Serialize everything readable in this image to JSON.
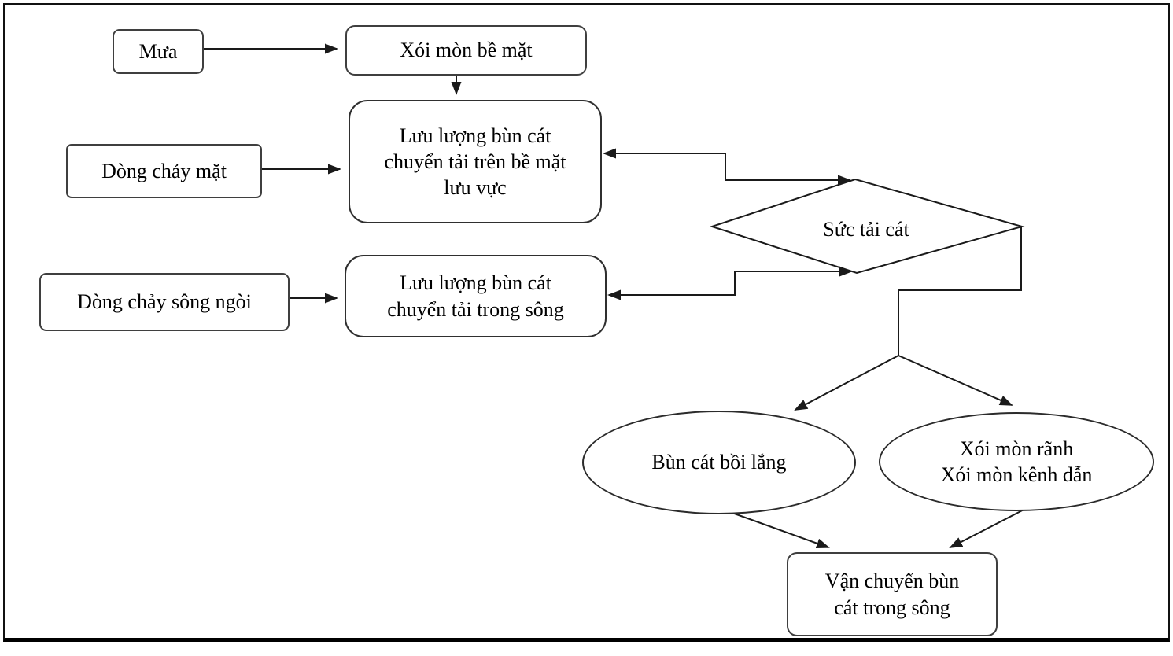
{
  "diagram": {
    "nodes": {
      "mua": {
        "label": "Mưa",
        "shape": "rounded-rect"
      },
      "xoi_mon_be_mat": {
        "label": "Xói mòn bề mặt",
        "shape": "rounded-rect"
      },
      "luu_luong_be_mat": {
        "label": "Lưu lượng bùn cát chuyển tải trên bề mặt lưu vực",
        "shape": "rounded-rect"
      },
      "dong_chay_mat": {
        "label": "Dòng chảy mặt",
        "shape": "rounded-rect"
      },
      "dong_chay_song_ngoi": {
        "label": "Dòng chảy sông ngòi",
        "shape": "rounded-rect"
      },
      "luu_luong_trong_song": {
        "label": "Lưu lượng bùn cát chuyển tải trong sông",
        "shape": "rounded-rect"
      },
      "suc_tai_cat": {
        "label": "Sức tải cát",
        "shape": "diamond"
      },
      "bun_cat_boi_lang": {
        "label": "Bùn cát bồi lắng",
        "shape": "ellipse"
      },
      "xoi_mon_ranh_kenh_dan": {
        "label": "Xói mòn rãnh\nXói mòn kênh dẫn",
        "shape": "ellipse"
      },
      "van_chuyen_bun_cat": {
        "label": "Vận chuyển bùn cát trong sông",
        "shape": "rounded-rect"
      }
    },
    "edges": [
      {
        "from": "mua",
        "to": "xoi_mon_be_mat",
        "style": "arrow"
      },
      {
        "from": "xoi_mon_be_mat",
        "to": "luu_luong_be_mat",
        "style": "arrow"
      },
      {
        "from": "dong_chay_mat",
        "to": "luu_luong_be_mat",
        "style": "arrow"
      },
      {
        "from": "dong_chay_song_ngoi",
        "to": "luu_luong_trong_song",
        "style": "arrow"
      },
      {
        "from": "luu_luong_be_mat",
        "to": "suc_tai_cat",
        "style": "double-arrow-elbow"
      },
      {
        "from": "luu_luong_trong_song",
        "to": "suc_tai_cat",
        "style": "double-arrow-elbow"
      },
      {
        "from": "suc_tai_cat",
        "to": "bun_cat_boi_lang",
        "style": "arrow-elbow"
      },
      {
        "from": "suc_tai_cat",
        "to": "xoi_mon_ranh_kenh_dan",
        "style": "arrow-elbow"
      },
      {
        "from": "bun_cat_boi_lang",
        "to": "van_chuyen_bun_cat",
        "style": "arrow"
      },
      {
        "from": "xoi_mon_ranh_kenh_dan",
        "to": "van_chuyen_bun_cat",
        "style": "arrow"
      }
    ],
    "colors": {
      "line": "#1a1a1a",
      "box_border": "#3f3f3f",
      "background": "#ffffff",
      "text": "#000000"
    }
  }
}
